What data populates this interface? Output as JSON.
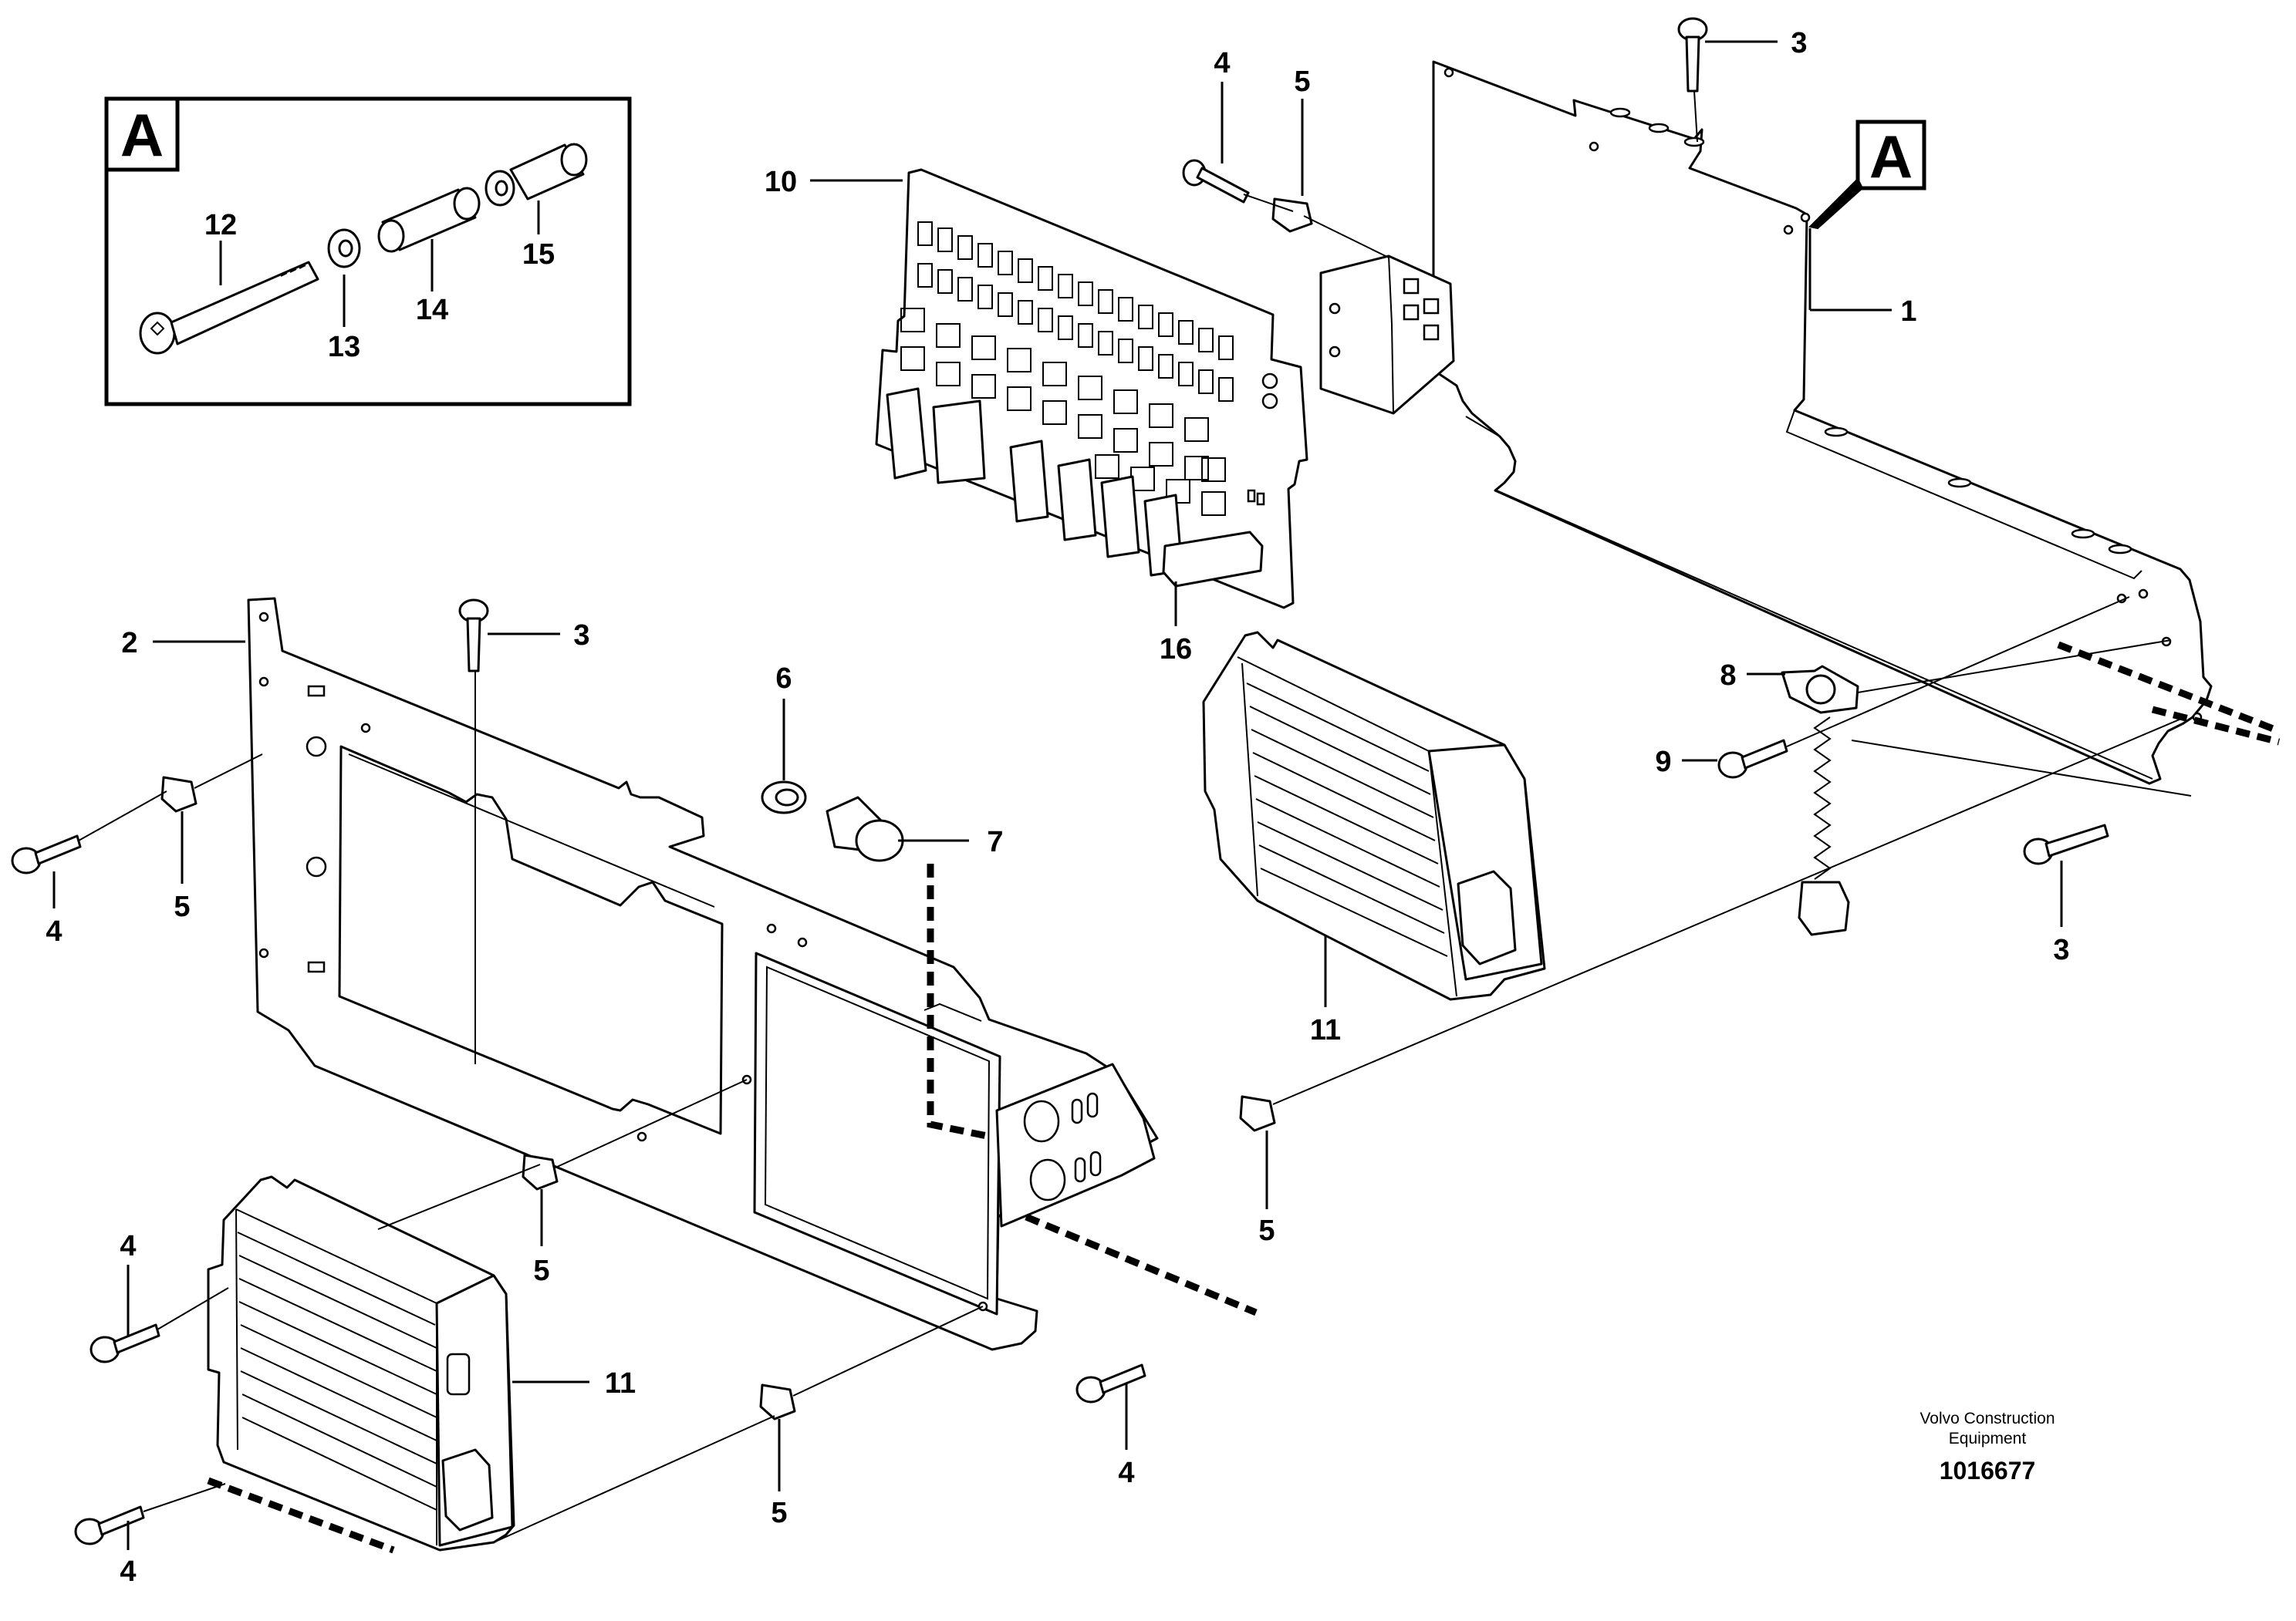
{
  "diagram": {
    "detail_box": {
      "letter": "A",
      "callouts": [
        "12",
        "13",
        "14",
        "15"
      ]
    },
    "detail_ref_letter": "A",
    "callouts": {
      "c1": "1",
      "c2": "2",
      "c3_top": "3",
      "c3_mid": "3",
      "c3_right": "3",
      "c4_top": "4",
      "c4_left": "4",
      "c4_low": "4",
      "c4_bottom": "4",
      "c4_center": "4",
      "c5_top": "5",
      "c5_left": "5",
      "c5_mid": "5",
      "c5_right": "5",
      "c5_bottom": "5",
      "c6": "6",
      "c7": "7",
      "c8": "8",
      "c9": "9",
      "c10": "10",
      "c11_upper": "11",
      "c11_lower": "11",
      "c16": "16"
    },
    "credit_line1": "Volvo Construction",
    "credit_line2": "Equipment",
    "document_number": "1016677"
  }
}
